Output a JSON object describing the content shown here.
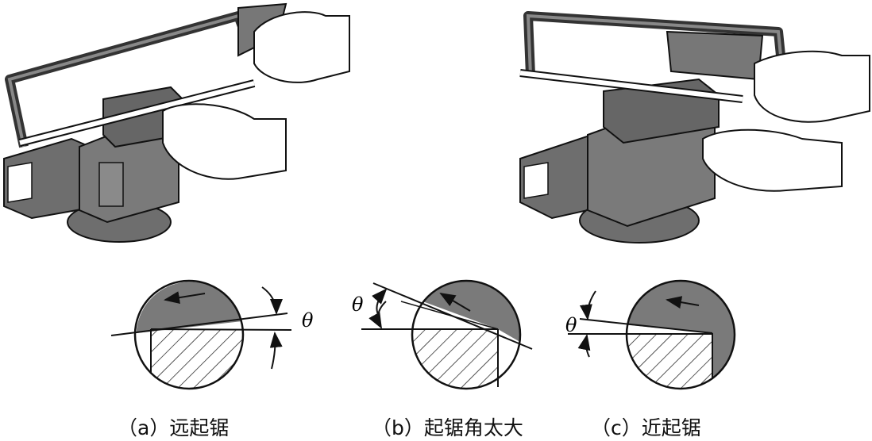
{
  "figures": [
    {
      "id": "a",
      "caption": "（a）远起锯",
      "angle_label": "θ"
    },
    {
      "id": "b",
      "caption": "（b）起锯角太大",
      "angle_label": "θ"
    },
    {
      "id": "c",
      "caption": "（c）近起锯",
      "angle_label": "θ"
    }
  ],
  "colors": {
    "fill": "#7a7a7a",
    "line": "#111111",
    "background": "#ffffff"
  }
}
